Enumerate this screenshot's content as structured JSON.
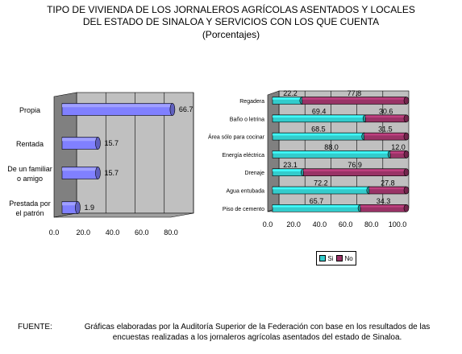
{
  "title_lines": [
    "TIPO DE VIVIENDA DE LOS JORNALEROS AGRÍCOLAS ASENTADOS Y LOCALES",
    "DEL ESTADO DE SINALOA  Y SERVICIOS CON LOS QUE CUENTA",
    "(Porcentajes)"
  ],
  "chart_data": [
    {
      "type": "bar",
      "orientation": "horizontal",
      "style": "3d-cylinder",
      "categories": [
        "Propia",
        "Rentada",
        "De un familiar o amigo",
        "Prestada por el patrón"
      ],
      "category_labels": [
        [
          "Propia"
        ],
        [
          "Rentada"
        ],
        [
          "De un familiar",
          "o amigo"
        ],
        [
          "Prestada por",
          "el patrón"
        ]
      ],
      "values": [
        66.7,
        15.7,
        15.7,
        1.9
      ],
      "value_labels": [
        "66.7",
        "15.7",
        "15.7",
        "1.9"
      ],
      "xlim": [
        0,
        80
      ],
      "xticks": [
        "0.0",
        "20.0",
        "40.0",
        "60.0",
        "80.0"
      ],
      "grid": true,
      "colors": {
        "bar": "#8080ff",
        "plot_bg": "#c0c0c0",
        "wall": "#808080"
      }
    },
    {
      "type": "bar",
      "orientation": "horizontal",
      "stacked": true,
      "style": "3d-cylinder",
      "categories": [
        "Regadera",
        "Baño o letrina",
        "Área sólo para cocinar",
        "Energía eléctrica",
        "Drenaje",
        "Agua entubada",
        "Piso de cemento"
      ],
      "series": [
        {
          "name": "Si",
          "values": [
            22.2,
            69.4,
            68.5,
            88.0,
            23.1,
            72.2,
            65.7
          ],
          "labels": [
            "22.2",
            "69.4",
            "68.5",
            "88.0",
            "23.1",
            "72.2",
            "65.7"
          ]
        },
        {
          "name": "No",
          "values": [
            77.8,
            30.6,
            31.5,
            12.0,
            76.9,
            27.8,
            34.3
          ],
          "labels": [
            "77.8",
            "30.6",
            "31.5",
            "12.0",
            "76.9",
            "27.8",
            "34.3"
          ]
        }
      ],
      "xlim": [
        0,
        100
      ],
      "xticks": [
        "0.0",
        "20.0",
        "40.0",
        "60.0",
        "80.0",
        "100.0"
      ],
      "grid": true,
      "legend": "bottom",
      "colors": {
        "Si": "#33cccc",
        "No": "#993366",
        "plot_bg": "#c0c0c0",
        "wall": "#808080"
      }
    }
  ],
  "source": {
    "label": "FUENTE:",
    "text": "Gráficas elaboradas por la Auditoría Superior de la Federación con base en los resultados de las encuestas realizadas a los jornaleros agrícolas asentados del estado de Sinaloa."
  }
}
